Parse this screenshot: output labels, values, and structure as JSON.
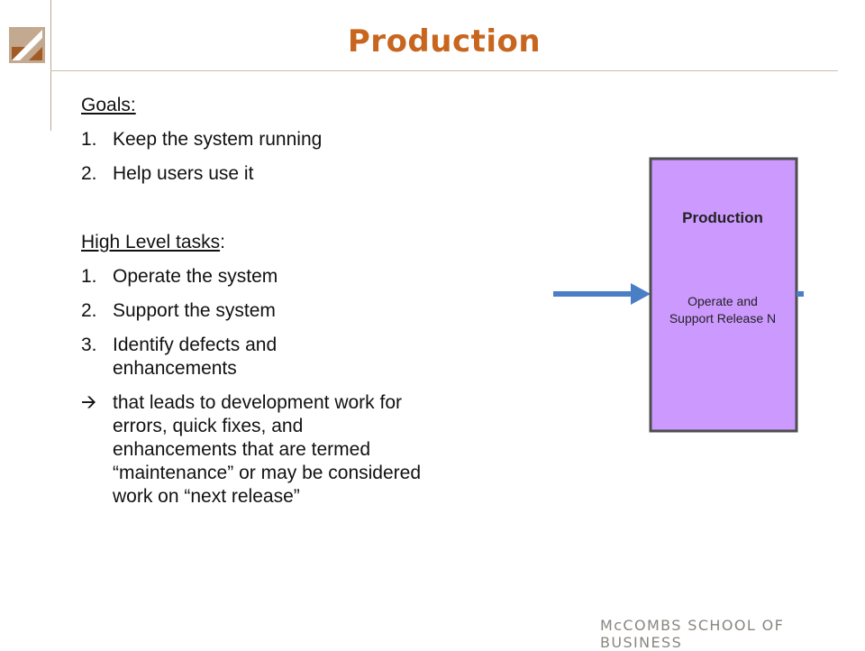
{
  "slide": {
    "title": "Production"
  },
  "goals": {
    "heading": "Goals:",
    "items": [
      {
        "num": "1.",
        "text": "Keep the system running"
      },
      {
        "num": "2.",
        "text": "Help users use it"
      }
    ]
  },
  "tasks": {
    "heading": "High Level tasks",
    "heading_suffix": ":",
    "items": [
      {
        "num": "1.",
        "text": "Operate the system"
      },
      {
        "num": "2.",
        "text": "Support the system"
      },
      {
        "num": "3.",
        "text": "Identify defects and enhancements"
      }
    ],
    "arrow_glyph": "🡪",
    "conclusion": "that leads to development work for errors, quick fixes, and enhancements that are termed “maintenance” or may be considered work on “next release”"
  },
  "diagram": {
    "box_title": "Production",
    "box_line1": "Operate and",
    "box_line2": "Support Release N",
    "box_color": "#cc99ff",
    "arrow_color": "#4a7fc6"
  },
  "footer": {
    "text": "McCOMBS SCHOOL OF BUSINESS"
  },
  "colors": {
    "title": "#c8661f",
    "footer": "#8a8580"
  }
}
